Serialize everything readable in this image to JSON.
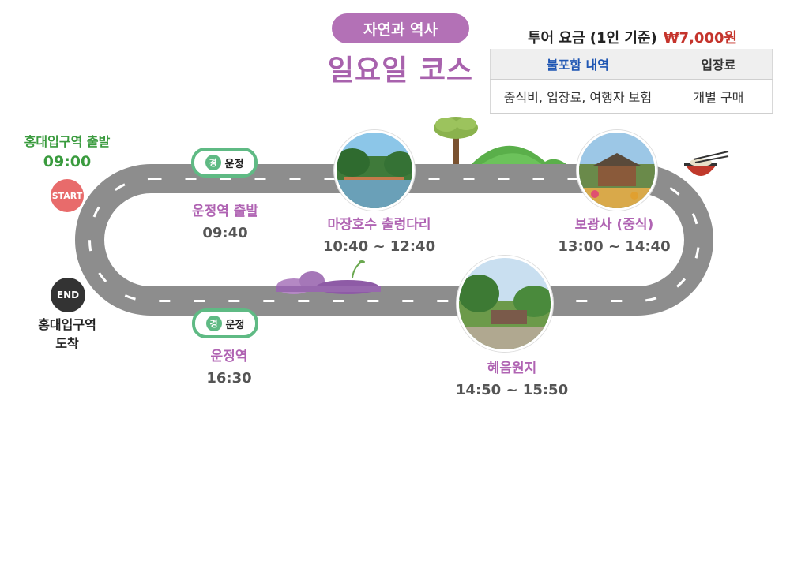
{
  "header": {
    "tag": "자연과 역사",
    "title": "일요일 코스"
  },
  "pricing": {
    "label": "투어 요금 (1인 기준)",
    "amount": "₩7,000원",
    "table": {
      "headers": [
        "불포함 내역",
        "입장료"
      ],
      "rows": [
        [
          "중식비, 입장료, 여행자 보험",
          "개별 구매"
        ]
      ]
    }
  },
  "start": {
    "name": "홍대입구역 출발",
    "time": "09:00",
    "badge": "START"
  },
  "end": {
    "badge": "END",
    "name": "홍대입구역 도착"
  },
  "bus_stop": {
    "icon_char": "경",
    "label": "운정"
  },
  "stops": [
    {
      "name": "운정역 출발",
      "time": "09:40"
    },
    {
      "name": "마장호수 출렁다리",
      "time": "10:40 ~ 12:40"
    },
    {
      "name": "보광사 (중식)",
      "time": "13:00 ~ 14:40"
    },
    {
      "name": "혜음원지",
      "time": "14:50 ~ 15:50"
    },
    {
      "name": "운정역",
      "time": "16:30"
    }
  ],
  "colors": {
    "accent_purple": "#b371b6",
    "start_green": "#3a9b3e",
    "start_red": "#e86b6b",
    "price_red": "#c5342c",
    "link_blue": "#1f56b3",
    "road_gray": "#8d8d8d",
    "bus_green": "#5fba84"
  },
  "icons": [
    "tree-icon",
    "hill-icon",
    "noodle-bowl-icon",
    "bush-icon",
    "sprout-icon"
  ]
}
